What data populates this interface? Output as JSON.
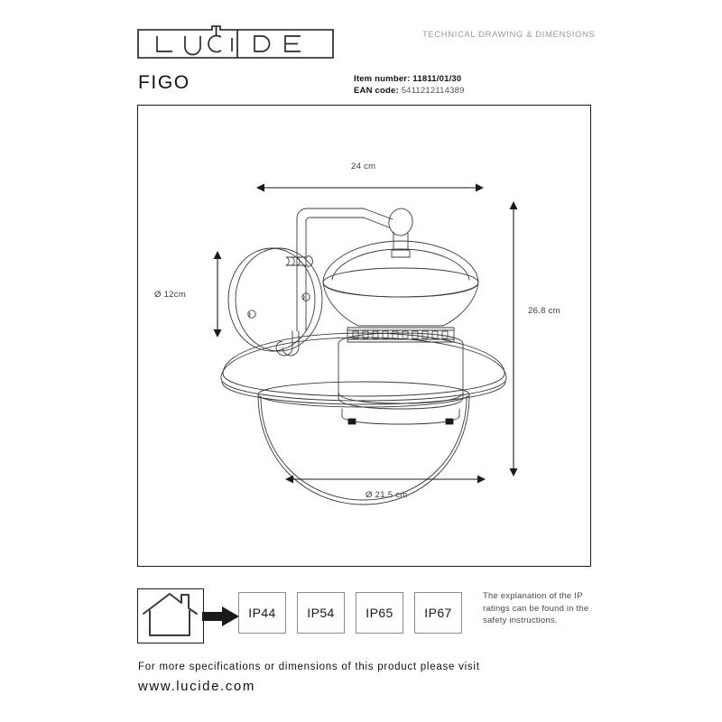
{
  "header": {
    "logo_text": "LUCIDE",
    "logo_letters": [
      "L",
      "U",
      "C",
      "i",
      "D",
      "E"
    ],
    "tagline": "TECHNICAL DRAWING & DIMENSIONS",
    "product_name": "FIGO",
    "item_number_label": "Item number:",
    "item_number_value": "11811/01/30",
    "ean_label": "EAN code:",
    "ean_value": "5411212114389"
  },
  "drawing": {
    "dimensions": {
      "top": "24 cm",
      "left": "Ø 12cm",
      "right": "26.8 cm",
      "bottom": "Ø 21.5 cm"
    },
    "product_description": "outdoor wall lantern with round wall plate, curved arm, bell-shaped cap with vent band and wide glass dome diffuser"
  },
  "ip_section": {
    "house_icon": "house-outline-icon",
    "arrow_icon": "arrow-right-icon",
    "ratings": [
      "IP44",
      "IP54",
      "IP65",
      "IP67"
    ],
    "note": "The explanation of the IP ratings can be found in the safety instructions."
  },
  "footer": {
    "line1": "For more specifications or dimensions of this product please visit",
    "line2": "www.lucide.com"
  },
  "colors": {
    "ink": "#1a1a1a",
    "muted": "#9a9a9a",
    "line": "#4a4a4a",
    "frame": "#1a1a1a"
  }
}
